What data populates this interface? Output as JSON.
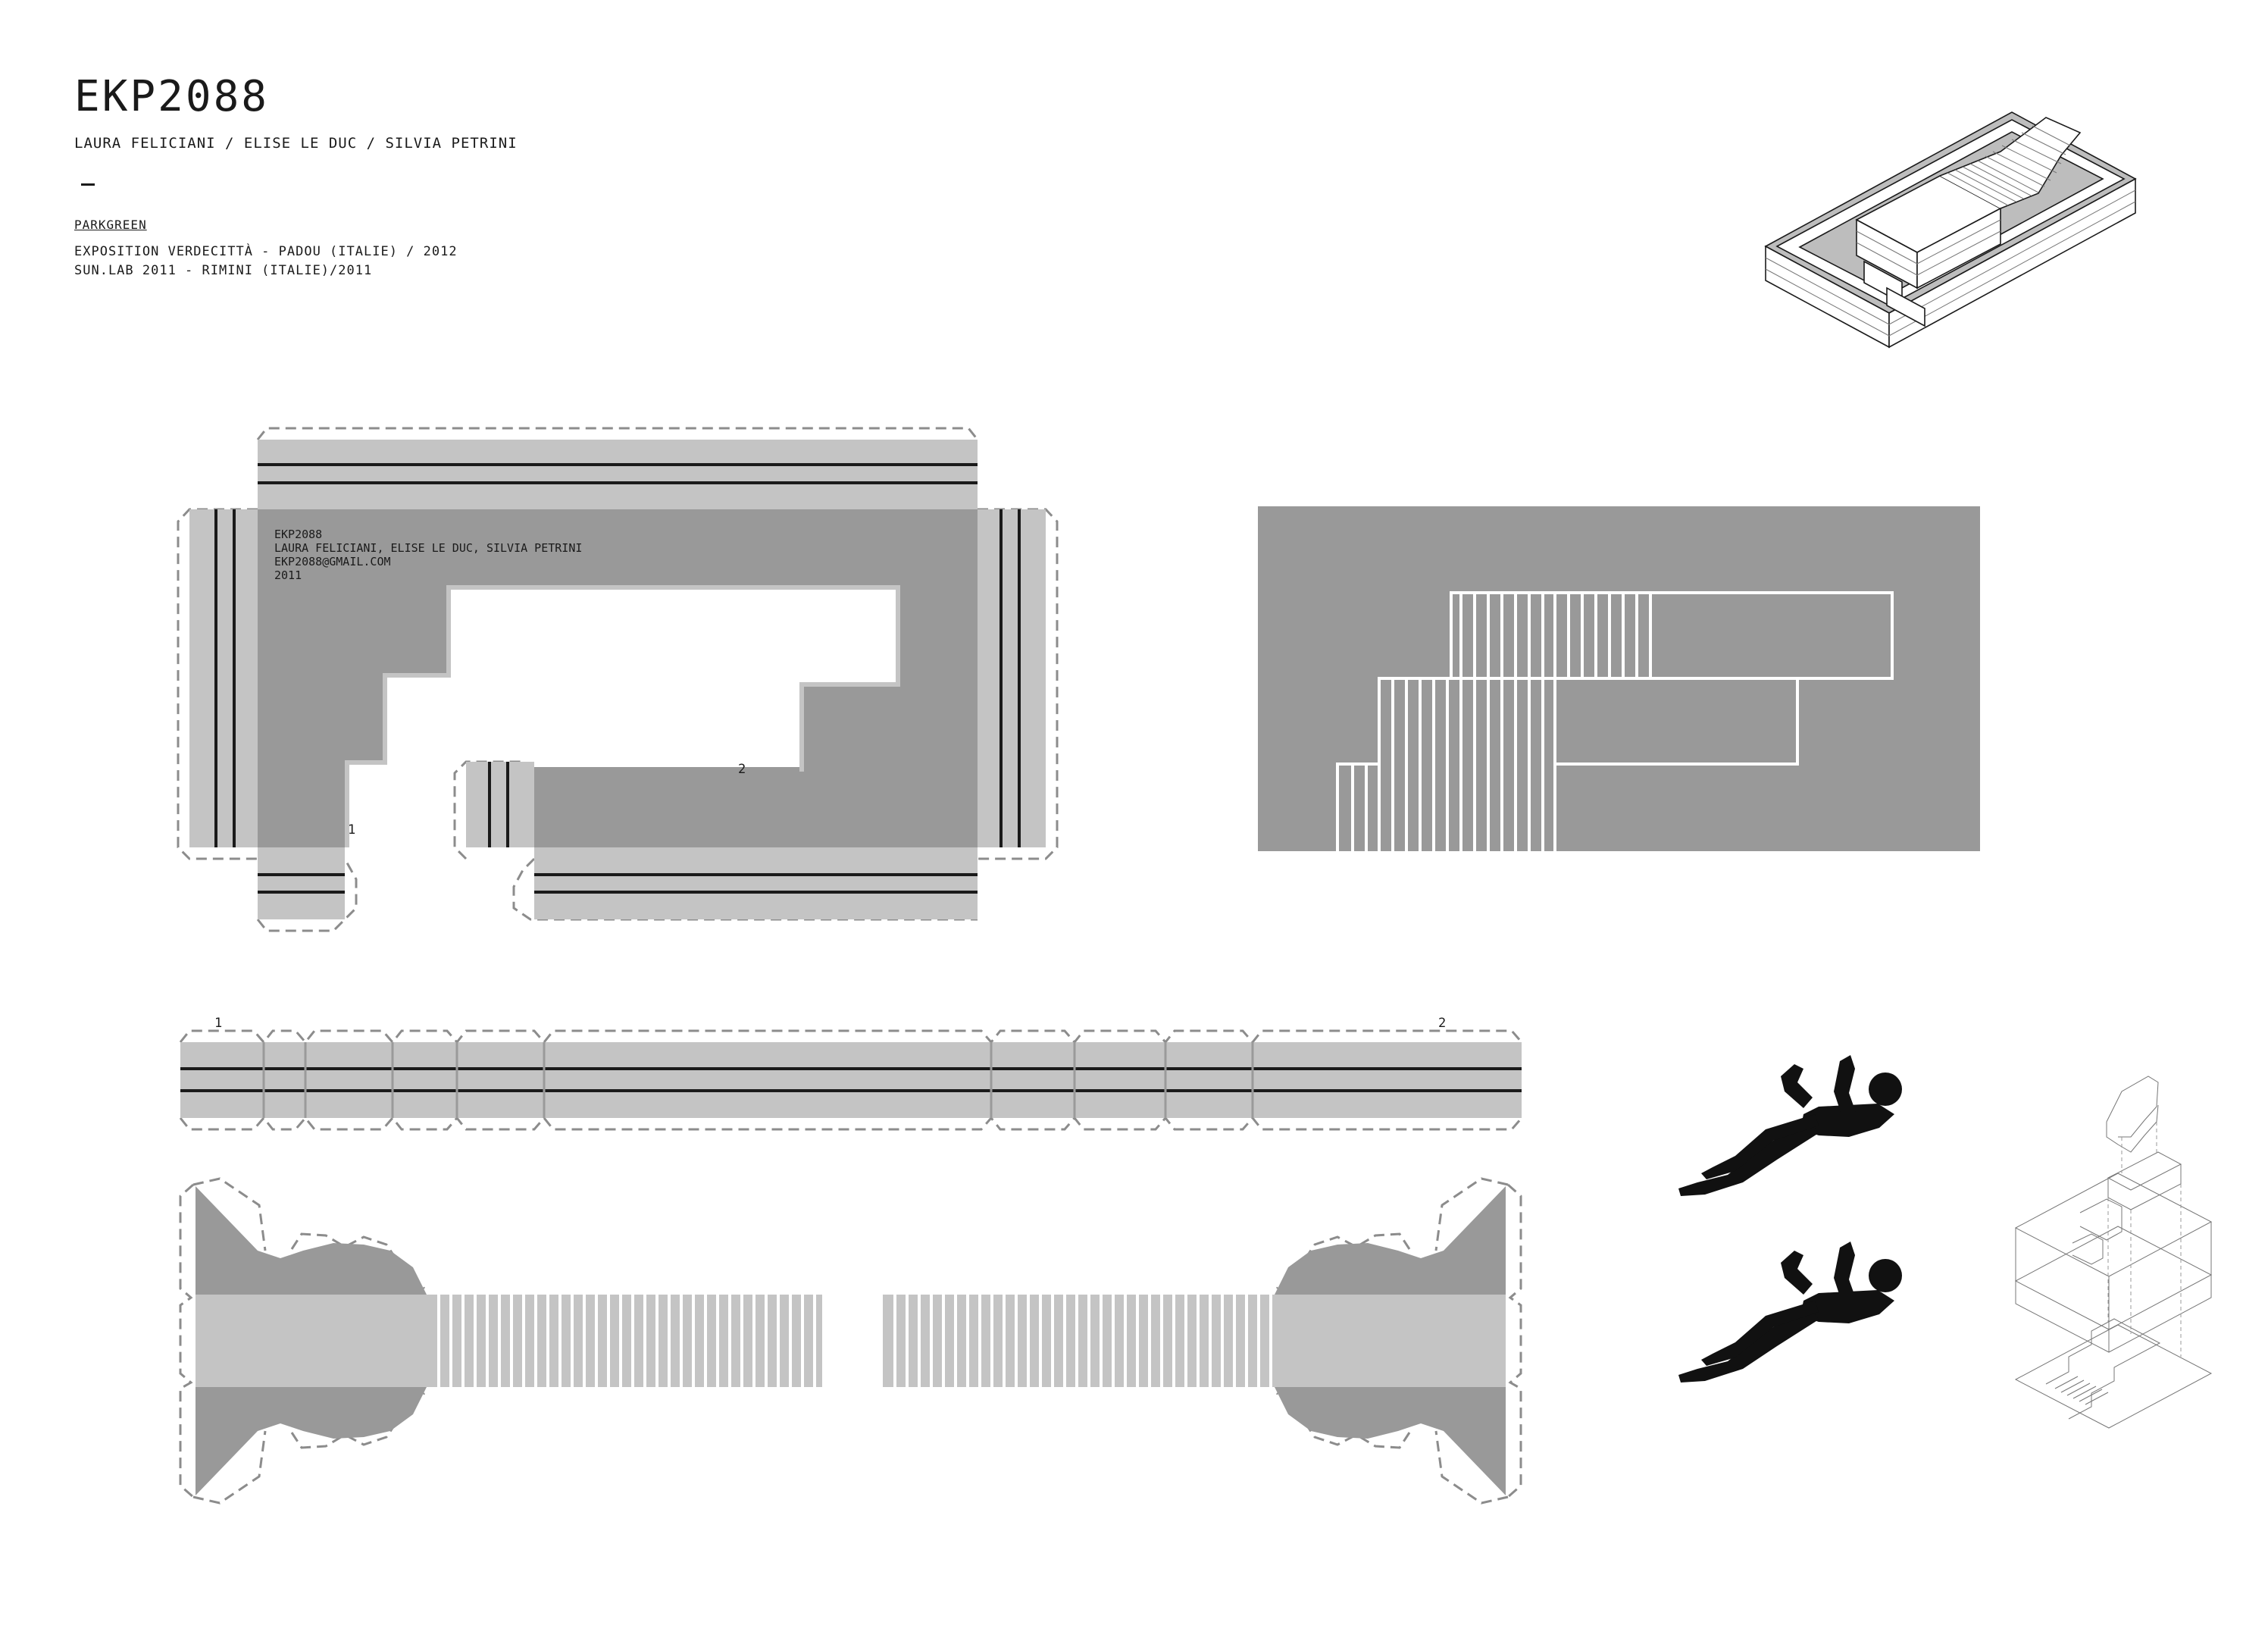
{
  "header": {
    "title": "EKP2088",
    "authors": "LAURA FELICIANI / ELISE LE DUC / SILVIA PETRINI",
    "project": "PARKGREEN",
    "exhibitions": [
      "EXPOSITION VERDECITTÀ  - PADOU (ITALIE) / 2012",
      "SUN.LAB 2011 - RIMINI (ITALIE)/2011"
    ]
  },
  "net_label": {
    "lines": [
      "EKP2088",
      "LAURA FELICIANI, ELISE LE DUC, SILVIA PETRINI",
      "EKP2088@GMAIL.COM",
      "2011"
    ]
  },
  "markers": {
    "one": "1",
    "two": "2"
  },
  "colors": {
    "dark_grey": "#999999",
    "light_grey": "#c4c4c4",
    "line_black": "#1a1a1a",
    "dashed": "#8c8c8c"
  }
}
